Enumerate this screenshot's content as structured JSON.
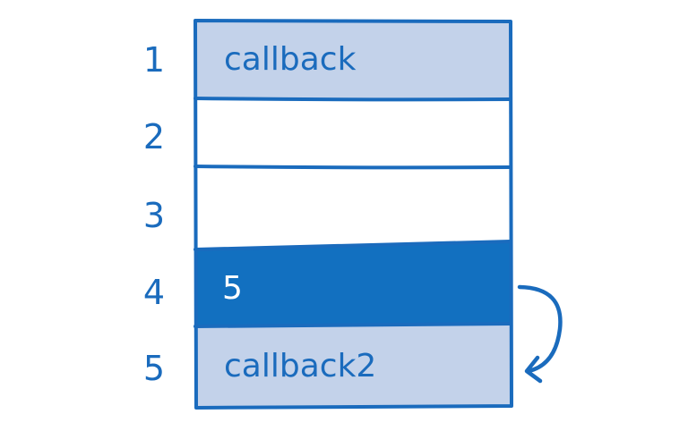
{
  "rows": [
    {
      "number": "1",
      "content": "callback",
      "style": "light-fill"
    },
    {
      "number": "2",
      "content": "",
      "style": "empty"
    },
    {
      "number": "3",
      "content": "",
      "style": "empty"
    },
    {
      "number": "4",
      "content": "5",
      "style": "dark-fill"
    },
    {
      "number": "5",
      "content": "callback2",
      "style": "light-fill"
    }
  ],
  "colors": {
    "stroke": "#1a6bbd",
    "light_fill": "#c3d2ea",
    "dark_fill": "#1270c0",
    "empty_fill": "#ffffff",
    "background": "#ffffff"
  },
  "arrow": {
    "from_row": "4",
    "to_row": "5"
  }
}
